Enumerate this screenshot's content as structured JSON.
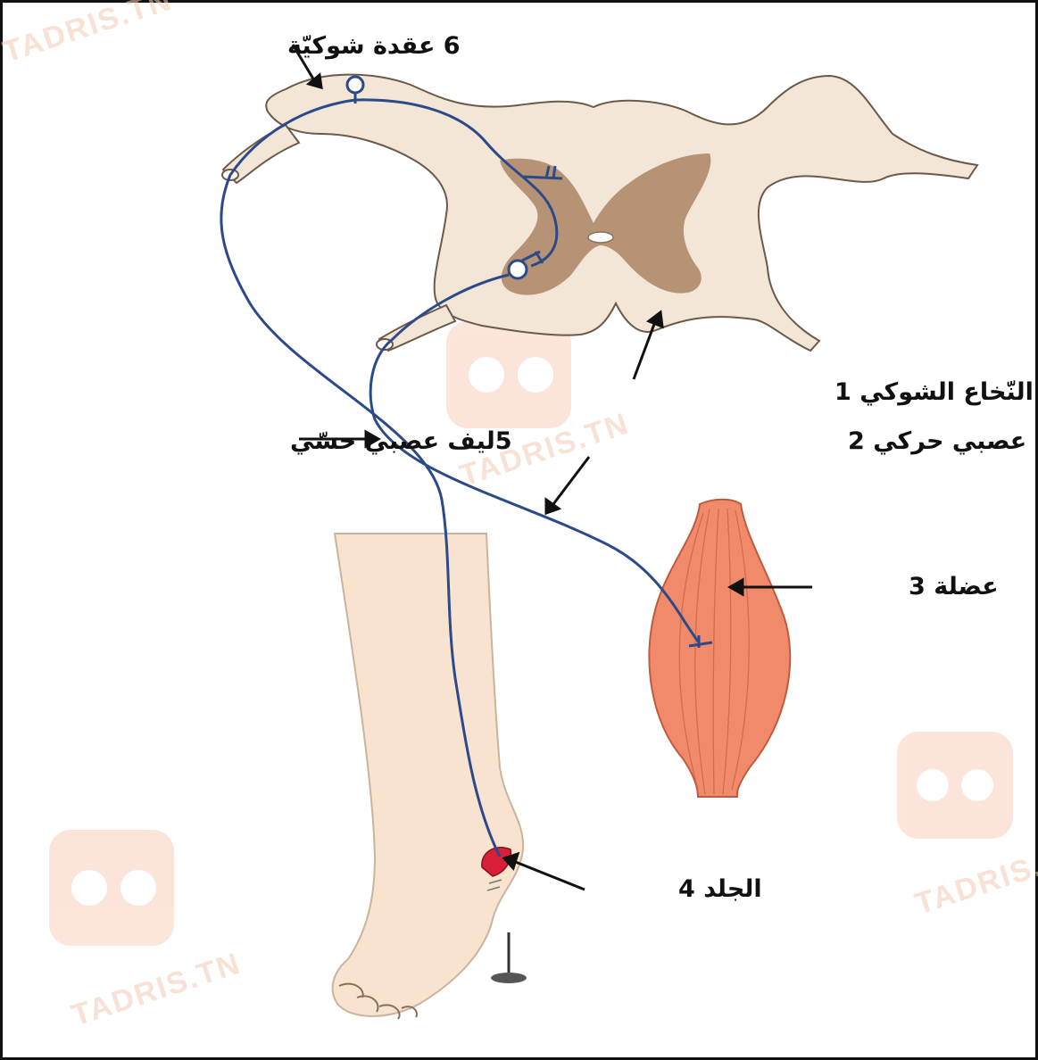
{
  "diagram": {
    "labels": {
      "ganglion": "6 عقدة شوكيّة",
      "spinal_cord": "النّخاع الشوكي 1",
      "motor_fiber": "ليف عصبي حركي 2",
      "muscle": "عضلة 3",
      "skin": "الجلد 4",
      "sensory_fiber": "5ليف عصبي حسّي"
    },
    "watermark": "TADRIS.TN",
    "colors": {
      "cord_white_matter": "#f3e6d6",
      "cord_grey_matter": "#b08a6a",
      "nerve_fiber": "#2c4a8a",
      "muscle": "#f08a6a",
      "leg_skin": "#f7e3d0",
      "skin_receptor": "#d81f3a"
    }
  }
}
